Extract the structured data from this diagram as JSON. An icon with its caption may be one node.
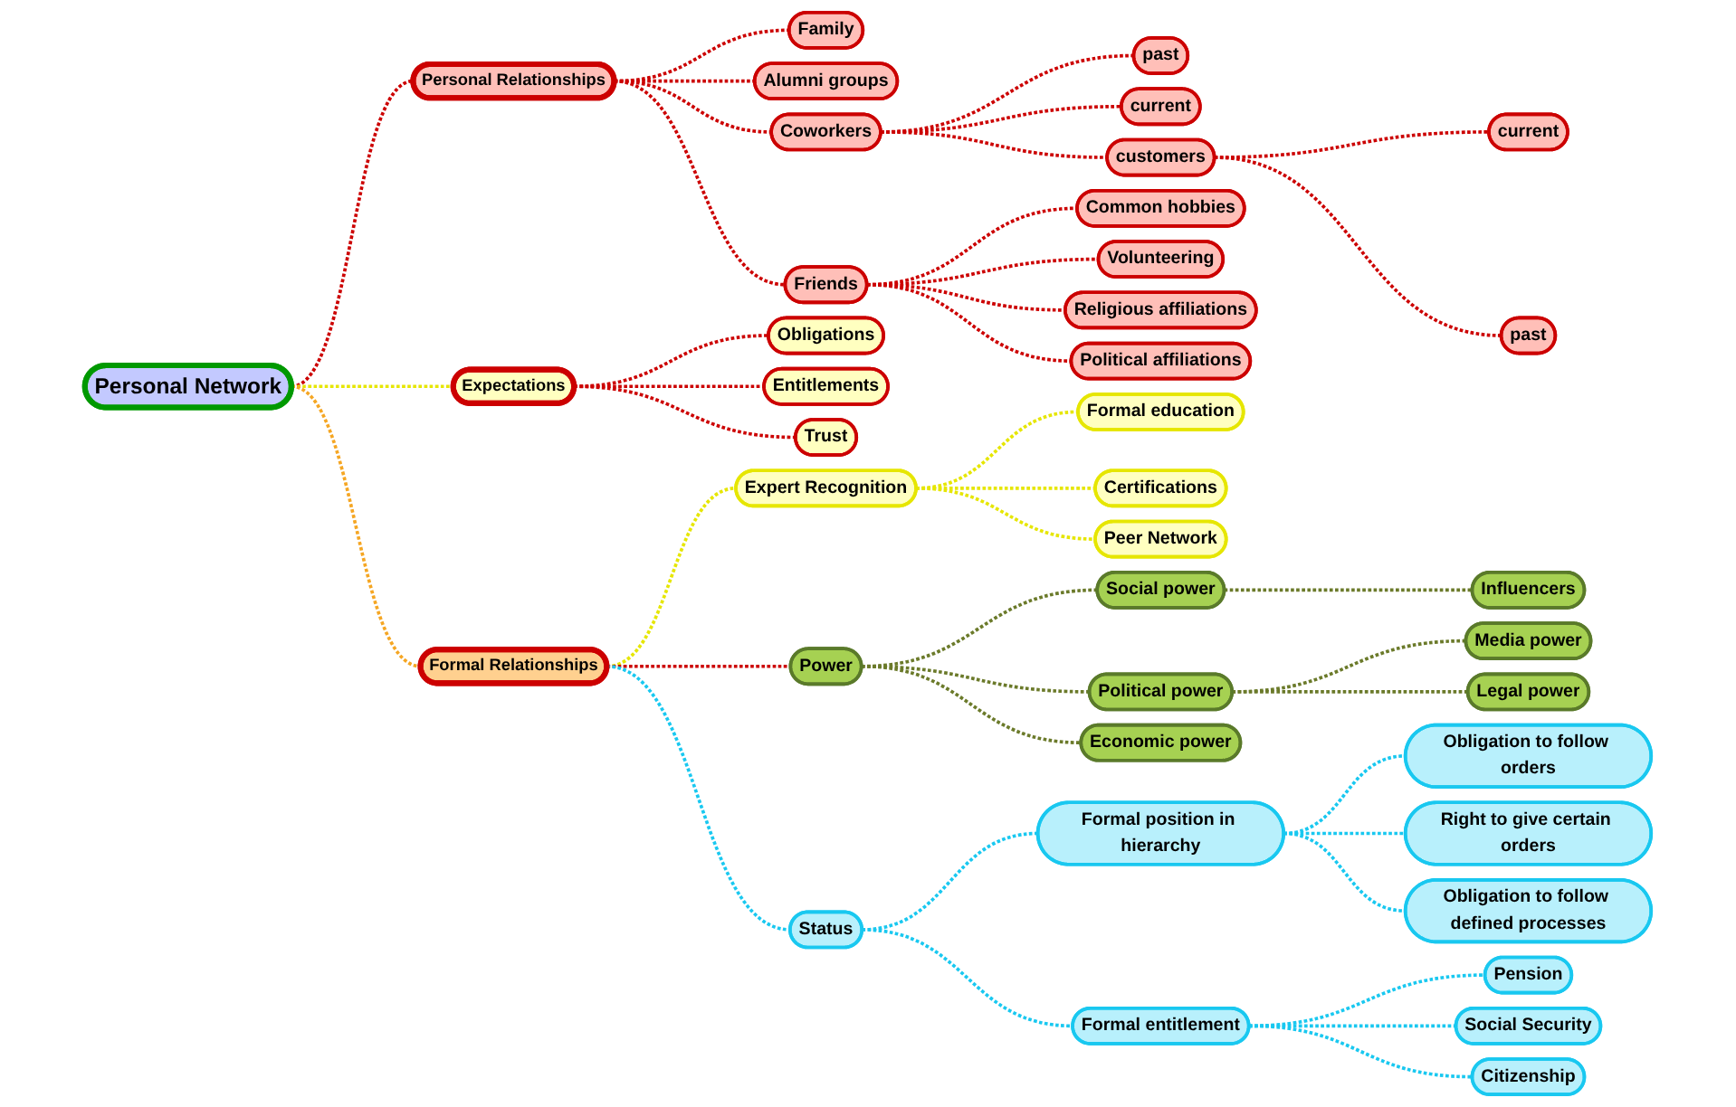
{
  "diagram": {
    "nodes": [
      {
        "text": [
          "Personal Network"
        ]
      },
      {
        "text": [
          "Personal Relationships"
        ]
      },
      {
        "text": [
          "Family"
        ]
      },
      {
        "text": [
          "Alumni groups"
        ]
      },
      {
        "text": [
          "Coworkers"
        ]
      },
      {
        "text": [
          "past"
        ]
      },
      {
        "text": [
          "current"
        ]
      },
      {
        "text": [
          "customers"
        ]
      },
      {
        "text": [
          "current"
        ]
      },
      {
        "text": [
          "past"
        ]
      },
      {
        "text": [
          "Friends"
        ]
      },
      {
        "text": [
          "Common hobbies"
        ]
      },
      {
        "text": [
          "Volunteering"
        ]
      },
      {
        "text": [
          "Religious affiliations"
        ]
      },
      {
        "text": [
          "Political affiliations"
        ]
      },
      {
        "text": [
          "Expectations"
        ]
      },
      {
        "text": [
          "Obligations"
        ]
      },
      {
        "text": [
          "Entitlements"
        ]
      },
      {
        "text": [
          "Trust"
        ]
      },
      {
        "text": [
          "Expert Recognition"
        ]
      },
      {
        "text": [
          "Formal education"
        ]
      },
      {
        "text": [
          "Certifications"
        ]
      },
      {
        "text": [
          "Peer Network"
        ]
      },
      {
        "text": [
          "Formal Relationships"
        ]
      },
      {
        "text": [
          "Power"
        ]
      },
      {
        "text": [
          "Social power"
        ]
      },
      {
        "text": [
          "Influencers"
        ]
      },
      {
        "text": [
          "Political power"
        ]
      },
      {
        "text": [
          "Media power"
        ]
      },
      {
        "text": [
          "Legal power"
        ]
      },
      {
        "text": [
          "Economic power"
        ]
      },
      {
        "text": [
          "Status"
        ]
      },
      {
        "text": [
          "Formal position in hierarchy"
        ]
      },
      {
        "text": [
          "Obligation to follow orders"
        ]
      },
      {
        "text": [
          "Right to give certain orders"
        ]
      },
      {
        "text": [
          "Obligation to follow defined processes"
        ]
      },
      {
        "text": [
          "Formal entitlement"
        ]
      },
      {
        "text": [
          "Pension"
        ]
      },
      {
        "text": [
          "Social Security"
        ]
      },
      {
        "text": [
          "Citizenship"
        ]
      }
    ],
    "edges": [
      {
        "from": 0,
        "to": 1,
        "arrow": "none",
        "style": "dashed"
      },
      {
        "from": 1,
        "to": 2,
        "arrow": "none",
        "style": "dashed"
      },
      {
        "from": 1,
        "to": 3,
        "arrow": "none",
        "style": "dashed"
      },
      {
        "from": 1,
        "to": 4,
        "arrow": "none",
        "style": "dashed"
      },
      {
        "from": 4,
        "to": 5,
        "arrow": "none",
        "style": "dashed"
      },
      {
        "from": 4,
        "to": 6,
        "arrow": "none",
        "style": "dashed"
      },
      {
        "from": 4,
        "to": 7,
        "arrow": "none",
        "style": "dashed"
      },
      {
        "from": 7,
        "to": 8,
        "arrow": "none",
        "style": "dashed"
      },
      {
        "from": 7,
        "to": 9,
        "arrow": "none",
        "style": "dashed"
      },
      {
        "from": 1,
        "to": 10,
        "arrow": "none",
        "style": "dashed"
      },
      {
        "from": 10,
        "to": 11,
        "arrow": "none",
        "style": "dashed"
      },
      {
        "from": 10,
        "to": 12,
        "arrow": "none",
        "style": "dashed"
      },
      {
        "from": 10,
        "to": 13,
        "arrow": "none",
        "style": "dashed"
      },
      {
        "from": 10,
        "to": 14,
        "arrow": "none",
        "style": "dashed"
      },
      {
        "from": 0,
        "to": 15,
        "arrow": "none",
        "style": "dashed",
        "color": "#e6e600"
      },
      {
        "from": 15,
        "to": 16,
        "arrow": "none",
        "style": "dashed"
      },
      {
        "from": 15,
        "to": 17,
        "arrow": "none",
        "style": "dashed"
      },
      {
        "from": 15,
        "to": 18,
        "arrow": "none",
        "style": "dashed"
      },
      {
        "from": 0,
        "to": 23,
        "arrow": "none",
        "style": "dashed",
        "color": "#f5a623"
      },
      {
        "from": 23,
        "to": 19,
        "arrow": "none",
        "style": "dashed",
        "color": "#e6e600"
      },
      {
        "from": 19,
        "to": 20,
        "arrow": "none",
        "style": "dashed",
        "color": "#e6e600"
      },
      {
        "from": 19,
        "to": 21,
        "arrow": "none",
        "style": "dashed",
        "color": "#e6e600"
      },
      {
        "from": 19,
        "to": 22,
        "arrow": "none",
        "style": "dashed",
        "color": "#e6e600"
      },
      {
        "from": 23,
        "to": 24,
        "arrow": "none",
        "style": "dashed"
      },
      {
        "from": 24,
        "to": 25,
        "arrow": "none",
        "style": "dashed",
        "color": "#6b7a2a"
      },
      {
        "from": 25,
        "to": 26,
        "arrow": "none",
        "style": "dashed",
        "color": "#6b7a2a"
      },
      {
        "from": 24,
        "to": 27,
        "arrow": "none",
        "style": "dashed",
        "color": "#6b7a2a"
      },
      {
        "from": 27,
        "to": 28,
        "arrow": "none",
        "style": "dashed",
        "color": "#6b7a2a"
      },
      {
        "from": 27,
        "to": 29,
        "arrow": "none",
        "style": "dashed",
        "color": "#6b7a2a"
      },
      {
        "from": 24,
        "to": 30,
        "arrow": "none",
        "style": "dashed",
        "color": "#6b7a2a"
      },
      {
        "from": 23,
        "to": 31,
        "arrow": "none",
        "style": "dashed",
        "color": "#19c8f0"
      },
      {
        "from": 31,
        "to": 32,
        "arrow": "none",
        "style": "dashed",
        "color": "#19c8f0"
      },
      {
        "from": 32,
        "to": 33,
        "arrow": "none",
        "style": "dashed",
        "color": "#19c8f0"
      },
      {
        "from": 32,
        "to": 34,
        "arrow": "none",
        "style": "dashed",
        "color": "#19c8f0"
      },
      {
        "from": 32,
        "to": 35,
        "arrow": "none",
        "style": "dashed",
        "color": "#19c8f0"
      },
      {
        "from": 31,
        "to": 36,
        "arrow": "none",
        "style": "dashed",
        "color": "#19c8f0"
      },
      {
        "from": 36,
        "to": 37,
        "arrow": "none",
        "style": "dashed",
        "color": "#19c8f0"
      },
      {
        "from": 36,
        "to": 38,
        "arrow": "none",
        "style": "dashed",
        "color": "#19c8f0"
      },
      {
        "from": 36,
        "to": 39,
        "arrow": "none",
        "style": "dashed",
        "color": "#19c8f0"
      }
    ]
  }
}
